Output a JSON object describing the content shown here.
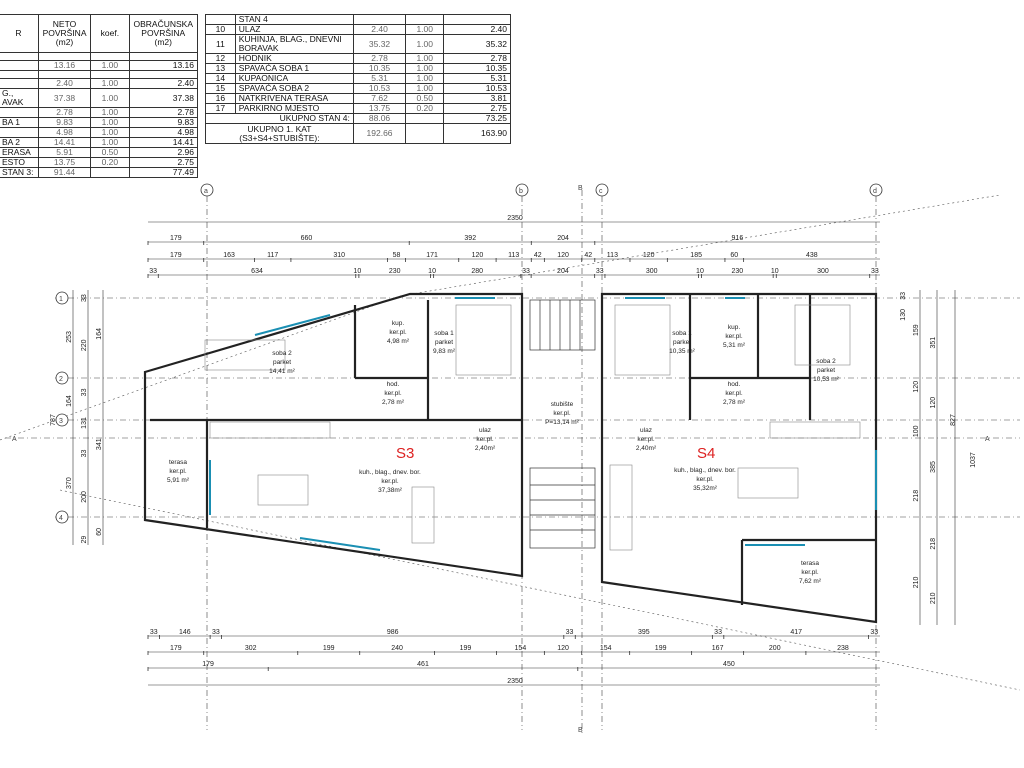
{
  "left_table": {
    "header": {
      "col0": "R",
      "neto": "NETO POVRŠINA (m2)",
      "koef": "koef.",
      "obr": "OBRAČUNSKA POVRŠINA (m2)"
    },
    "rows": [
      {
        "name": "",
        "neto": "13.16",
        "koef": "1.00",
        "obr": "13.16"
      },
      {
        "name": "",
        "neto": "2.40",
        "koef": "1.00",
        "obr": "2.40"
      },
      {
        "name": "G., AVAK",
        "neto": "37.38",
        "koef": "1.00",
        "obr": "37.38"
      },
      {
        "name": "",
        "neto": "2.78",
        "koef": "1.00",
        "obr": "2.78"
      },
      {
        "name": "BA 1",
        "neto": "9.83",
        "koef": "1.00",
        "obr": "9.83"
      },
      {
        "name": "",
        "neto": "4.98",
        "koef": "1.00",
        "obr": "4.98"
      },
      {
        "name": "BA 2",
        "neto": "14.41",
        "koef": "1.00",
        "obr": "14.41"
      },
      {
        "name": "ERASA",
        "neto": "5.91",
        "koef": "0.50",
        "obr": "2.96"
      },
      {
        "name": "ESTO",
        "neto": "13.75",
        "koef": "0.20",
        "obr": "2.75"
      },
      {
        "name": "STAN 3:",
        "neto": "91.44",
        "koef": "",
        "obr": "77.49"
      }
    ]
  },
  "right_table": {
    "title": "STAN 4",
    "rows": [
      {
        "no": "10",
        "name": "ULAZ",
        "neto": "2.40",
        "koef": "1.00",
        "obr": "2.40"
      },
      {
        "no": "11",
        "name": "KUHINJA, BLAG., DNEVNI BORAVAK",
        "neto": "35.32",
        "koef": "1.00",
        "obr": "35.32"
      },
      {
        "no": "12",
        "name": "HODNIK",
        "neto": "2.78",
        "koef": "1.00",
        "obr": "2.78"
      },
      {
        "no": "13",
        "name": "SPAVAĆA SOBA 1",
        "neto": "10.35",
        "koef": "1.00",
        "obr": "10.35"
      },
      {
        "no": "14",
        "name": "KUPAONICA",
        "neto": "5.31",
        "koef": "1.00",
        "obr": "5.31"
      },
      {
        "no": "15",
        "name": "SPAVAĆA SOBA 2",
        "neto": "10.53",
        "koef": "1.00",
        "obr": "10.53"
      },
      {
        "no": "16",
        "name": "NATKRIVENA TERASA",
        "neto": "7.62",
        "koef": "0.50",
        "obr": "3.81"
      },
      {
        "no": "17",
        "name": "PARKIRNO MJESTO",
        "neto": "13.75",
        "koef": "0.20",
        "obr": "2.75"
      }
    ],
    "total_stan4": {
      "label": "UKUPNO STAN 4:",
      "neto": "88.06",
      "obr": "73.25"
    },
    "total_kat": {
      "label": "UKUPNO 1. KAT (S3+S4+STUBIŠTE):",
      "neto": "192.66",
      "obr": "163.90"
    }
  },
  "plan": {
    "axes": {
      "a": "a",
      "b": "b",
      "c": "c",
      "d": "d",
      "B": "B",
      "A": "A",
      "r1": "1",
      "r2": "2",
      "r3": "3",
      "r4": "4"
    },
    "units": {
      "s3": "S3",
      "s4": "S4"
    },
    "rooms": {
      "s3_soba2": [
        "soba 2",
        "parket",
        "14,41 m²"
      ],
      "s3_kup": [
        "kup.",
        "ker.pl.",
        "4,98 m²"
      ],
      "s3_soba1": [
        "soba 1",
        "parket",
        "9,83 m²"
      ],
      "s3_hod": [
        "hod.",
        "ker.pl.",
        "2,78 m²"
      ],
      "s3_terasa": [
        "terasa",
        "ker.pl.",
        "5,91 m²"
      ],
      "s3_ulaz": [
        "ulaz",
        "ker.pl.",
        "2,40m²"
      ],
      "s3_kuh": [
        "kuh., blag., dnev. bor.",
        "ker.pl.",
        "37,38m²"
      ],
      "stub": [
        "stubište",
        "ker.pl.",
        "P=13,14 m²"
      ],
      "s4_soba1": [
        "soba 1",
        "parket",
        "10,35 m²"
      ],
      "s4_kup": [
        "kup.",
        "ker.pl.",
        "5,31 m²"
      ],
      "s4_soba2": [
        "soba 2",
        "parket",
        "10,53 m²"
      ],
      "s4_hod": [
        "hod.",
        "ker.pl.",
        "2,78 m²"
      ],
      "s4_ulaz": [
        "ulaz",
        "ker.pl.",
        "2,40m²"
      ],
      "s4_kuh": [
        "kuh., blag., dnev. bor.",
        "ker.pl.",
        "35,32m²"
      ],
      "s4_terasa": [
        "terasa",
        "ker.pl.",
        "7,62 m²"
      ]
    },
    "top_dims": {
      "total": "2350",
      "r1": [
        "179",
        "660",
        "392",
        "204",
        "916"
      ],
      "r2": [
        "179",
        "163",
        "117",
        "310",
        "58",
        "171",
        "120",
        "113",
        "42",
        "120",
        "42",
        "113",
        "120",
        "185",
        "60",
        "438"
      ],
      "r3": [
        "33",
        "634",
        "10",
        "230",
        "10",
        "280",
        "33",
        "204",
        "33",
        "300",
        "10",
        "230",
        "10",
        "300",
        "33"
      ]
    },
    "bottom_dims": {
      "total": "2350",
      "r1": [
        "33",
        "146",
        "33",
        "986",
        "33",
        "395",
        "33",
        "417",
        "33"
      ],
      "r2": [
        "179",
        "302",
        "199",
        "240",
        "199",
        "154",
        "120",
        "154",
        "199",
        "167",
        "200",
        "238"
      ],
      "r3": [
        "179",
        "461",
        "450"
      ]
    },
    "left_dims": {
      "outer": "787",
      "c1": [
        "253",
        "164",
        "370"
      ],
      "c2": [
        "33",
        "220",
        "33",
        "131",
        "33",
        "200",
        "29"
      ],
      "c3": [
        "164",
        "341",
        "60"
      ]
    },
    "right_dims": {
      "outer": "1037",
      "c1": [
        "827"
      ],
      "c2": [
        "351",
        "120",
        "385",
        "218",
        "210"
      ],
      "c3": [
        "159",
        "120",
        "100",
        "218",
        "210"
      ],
      "c4": [
        "33",
        "130"
      ]
    }
  }
}
